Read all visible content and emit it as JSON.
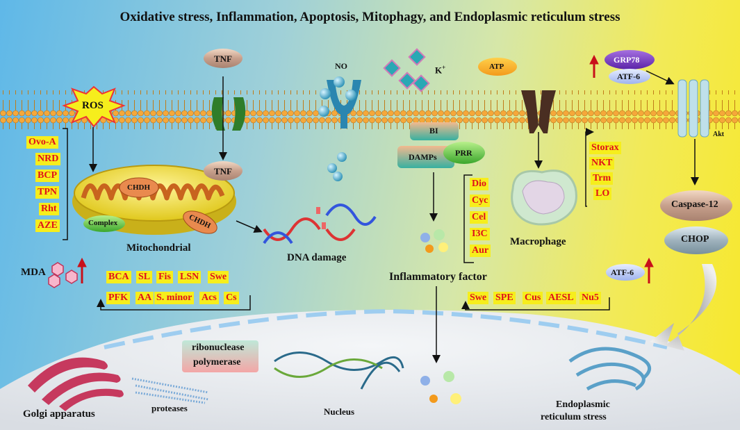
{
  "title": "Oxidative stress, Inflammation, Apoptosis, Mitophagy, and Endoplasmic reticulum stress",
  "labels": {
    "ros": "ROS",
    "tnf_top": "TNF",
    "tnf_mito": "TNF",
    "no": "NO",
    "k": "K",
    "k_sup": "+",
    "atp": "ATP",
    "grp78": "GRP78",
    "atf6_top": "ATF-6",
    "atf6_bottom": "ATF-6",
    "akt": "Akt",
    "bi": "BI",
    "damps": "DAMPs",
    "prr": "PRR",
    "chdh_1": "CHDH",
    "chdh_2": "CHDH",
    "complex": "Complex",
    "mitochondrial": "Mitochondrial",
    "dna_damage": "DNA damage",
    "mda": "MDA",
    "inflammatory_factor": "Inflammatory factor",
    "macrophage": "Macrophage",
    "caspase12": "Caspase-12",
    "chop": "CHOP",
    "ribonuclease": "ribonuclease",
    "polymerase": "polymerase",
    "golgi": "Golgi apparatus",
    "proteases": "proteases",
    "nucleus": "Nucleus",
    "er_stress_1": "Endoplasmic",
    "er_stress_2": "reticulum stress"
  },
  "ros_list": [
    "Ovo-A",
    "NRD",
    "BCP",
    "TPN",
    "Rht",
    "AZE"
  ],
  "inflammation_list": [
    "Dio",
    "Cyc",
    "Cel",
    "I3C",
    "Aur"
  ],
  "macrophage_list": [
    "Storax",
    "NKT",
    "Trm",
    "LO"
  ],
  "mito_row1": [
    "BCA",
    "SL",
    "Fis",
    "LSN",
    "Swe"
  ],
  "mito_row2": [
    "PFK",
    "AA",
    "S. minor",
    "Acs",
    "Cs"
  ],
  "er_row": [
    "Swe",
    "SPE",
    "Cus",
    "AESL",
    "Nu5"
  ],
  "colors": {
    "tag_bg": "#f6ee1c",
    "tag_text": "#e0101a",
    "up_arrow": "#c8101a",
    "membrane": "#f2a43a"
  }
}
